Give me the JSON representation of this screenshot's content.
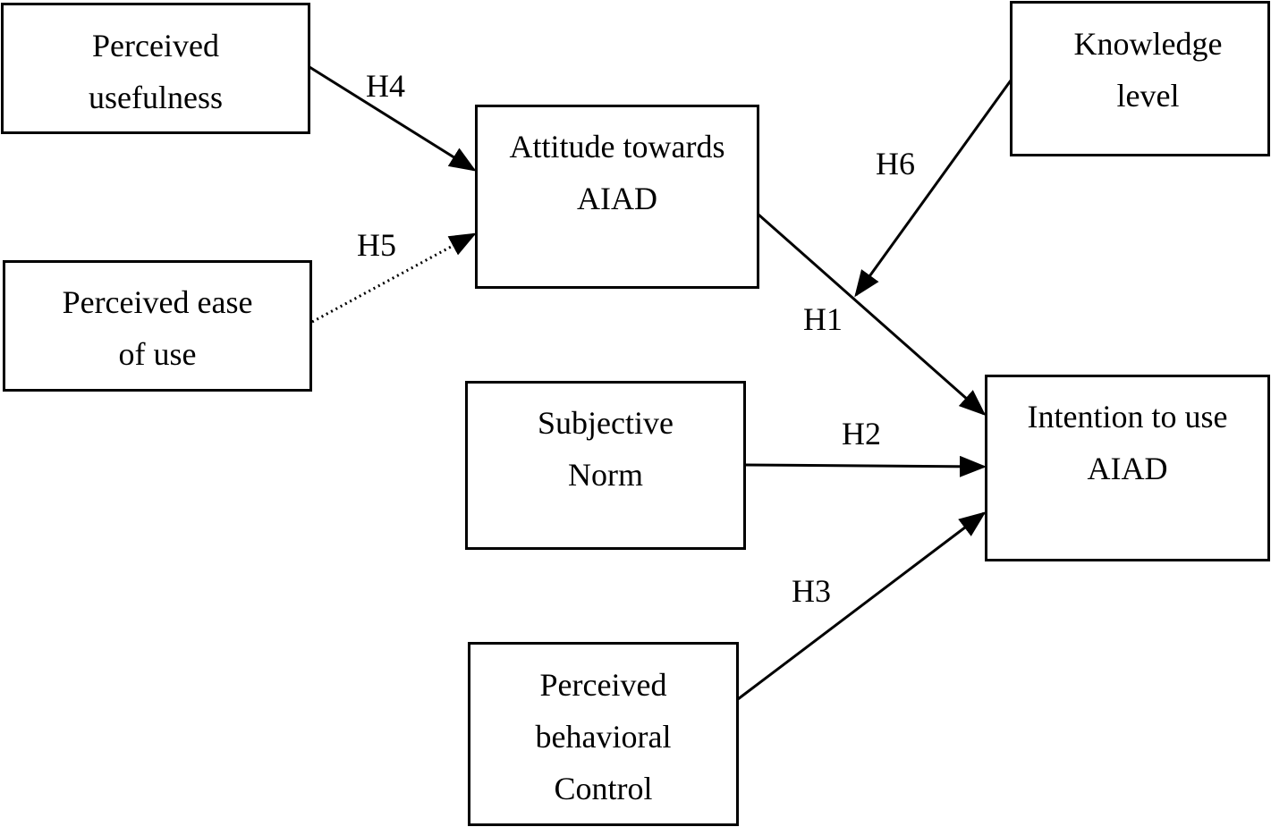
{
  "nodes": {
    "perceived_usefulness": "Perceived\nusefulness",
    "perceived_ease_of_use": "Perceived ease\nof use",
    "attitude": "Attitude  towards\nAIAD",
    "knowledge_level": "Knowledge\nlevel",
    "subjective_norm": "Subjective\nNorm",
    "intention": "Intention to use\nAIAD",
    "perceived_behavioral_control": "Perceived\nbehavioral\nControl"
  },
  "edges": {
    "h1": "H1",
    "h2": "H2",
    "h3": "H3",
    "h4": "H4",
    "h5": "H5",
    "h6": "H6"
  },
  "edge_styles": {
    "h5": "dotted"
  }
}
